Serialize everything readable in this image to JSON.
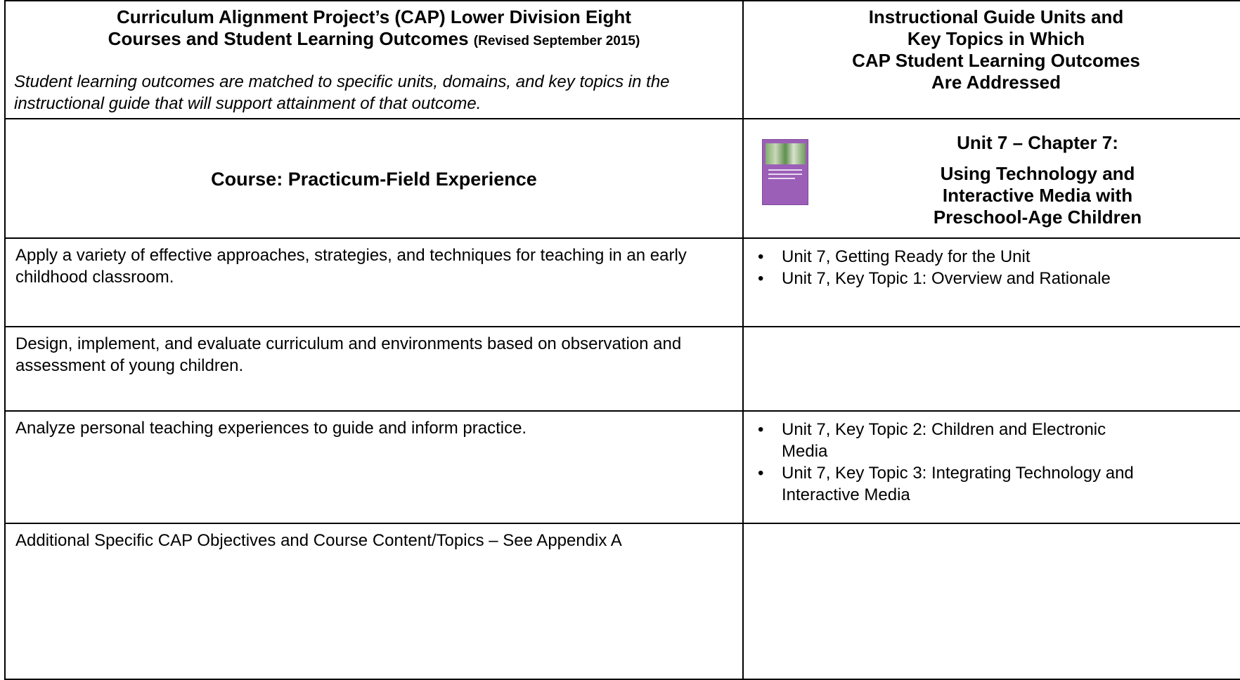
{
  "header": {
    "title_line1": "Curriculum Alignment Project’s (CAP) Lower Division Eight",
    "title_line2": "Courses and Student Learning Outcomes",
    "revised": "(Revised September 2015)",
    "intro": "Student learning outcomes are matched to specific units, domains, and key topics in the instructional guide that will support attainment of that outcome.",
    "right_title": [
      "Instructional Guide Units and",
      "Key Topics in Which",
      "CAP Student Learning Outcomes",
      "Are Addressed"
    ]
  },
  "course_row": {
    "course": "Course:  Practicum-Field Experience",
    "unit_title": "Unit 7 – Chapter 7:",
    "unit_subtitle": [
      "Using Technology and",
      "Interactive Media with",
      "Preschool-Age Children"
    ]
  },
  "rows": [
    {
      "outcome": "Apply a variety of effective approaches, strategies, and techniques for teaching in an early childhood classroom.",
      "topics": [
        "Unit 7, Getting Ready for the Unit",
        "Unit 7, Key Topic 1: Overview and Rationale"
      ]
    },
    {
      "outcome": "Design, implement, and evaluate curriculum and environments based on observation and assessment of young children.",
      "topics": []
    },
    {
      "outcome": "Analyze personal teaching experiences to guide and inform practice.",
      "topics": [
        "Unit 7, Key Topic 2: Children and Electronic Media",
        "Unit 7, Key Topic 3: Integrating Technology and Interactive Media"
      ]
    },
    {
      "outcome": "Additional Specific CAP Objectives and Course Content/Topics – See Appendix A",
      "topics": []
    }
  ],
  "bullet_char": "•"
}
